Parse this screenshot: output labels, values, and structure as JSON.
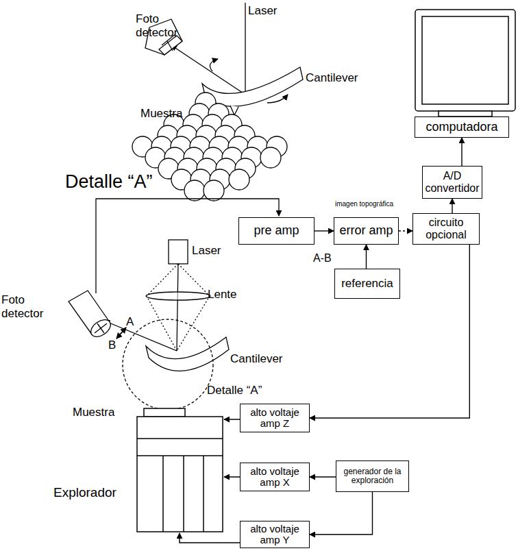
{
  "diagram": {
    "nodes": [
      {
        "text": [
          "computadora"
        ]
      },
      {
        "text": [
          "A/D convertidor"
        ]
      },
      {
        "text": [
          "pre amp"
        ]
      },
      {
        "text": [
          "error amp"
        ]
      },
      {
        "text": [
          "circuito opcional"
        ]
      },
      {
        "text": [
          "referencia"
        ]
      },
      {
        "text": [
          "alto voltaje amp Z"
        ]
      },
      {
        "text": [
          "alto voltaje amp X"
        ]
      },
      {
        "text": [
          "generador de la exploración"
        ]
      },
      {
        "text": [
          "alto voltaje amp Y"
        ]
      }
    ],
    "edges": [
      {
        "from": 2,
        "to": 3,
        "arrow": "to"
      },
      {
        "from": 5,
        "to": 3,
        "arrow": "to"
      },
      {
        "from": 3,
        "to": 4,
        "arrow": "to"
      },
      {
        "from": 4,
        "to": 1,
        "arrow": "to"
      },
      {
        "from": 1,
        "to": 0,
        "arrow": "to"
      },
      {
        "from": 4,
        "to": 6,
        "arrow": "to"
      },
      {
        "from": 8,
        "to": 7,
        "arrow": "to"
      },
      {
        "from": 8,
        "to": 9,
        "arrow": "to"
      }
    ],
    "labels": [
      "Laser",
      "Foto detector",
      "Cantilever",
      "Muestra",
      "Detalle “A”",
      "Laser",
      "Lente",
      "Foto detector",
      "A",
      "B",
      "Cantilever",
      "Detalle “A”",
      "Muestra",
      "Explorador",
      "imagen topográfica",
      "A-B"
    ]
  }
}
